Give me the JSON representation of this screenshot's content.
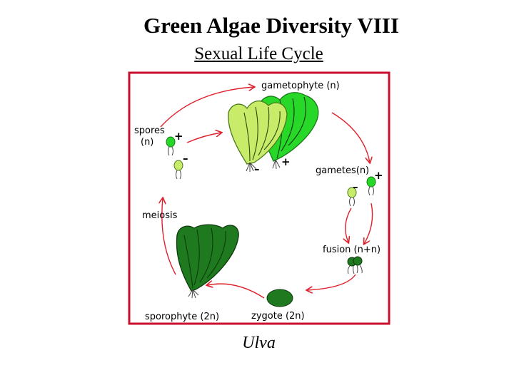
{
  "title": "Green Algae Diversity VIII",
  "subtitle": "Sexual Life Cycle",
  "caption": "Ulva",
  "labels": {
    "gametophyte": "gametophyte (n)",
    "spores_line1": "spores",
    "spores_line2": "(n)",
    "gametes": "gametes(n)",
    "meiosis": "meiosis",
    "fusion": "fusion (n+n)",
    "sporophyte": "sporophyte (2n)",
    "zygote": "zygote (2n)"
  },
  "signs": {
    "plus": "+",
    "minus": "–"
  },
  "colors": {
    "frame": "#c8102e",
    "arrow": "#e0202c",
    "light_green": "#c8ec6a",
    "bright_green": "#28d828",
    "dark_green": "#1f7a1f",
    "vein": "#0b3a0b"
  }
}
